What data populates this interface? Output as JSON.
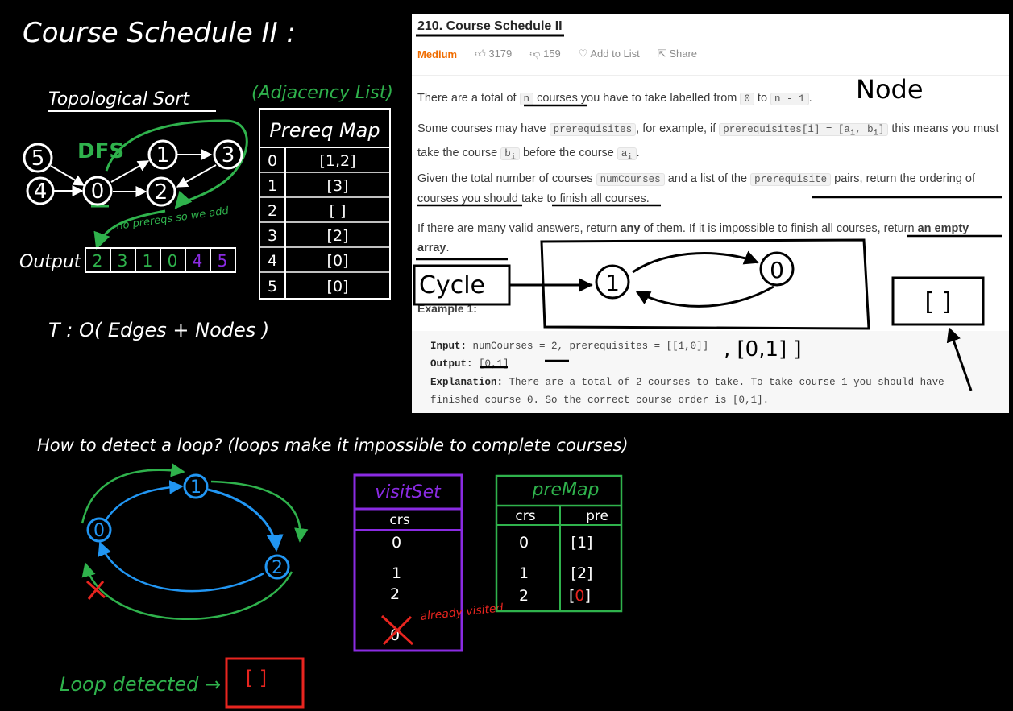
{
  "whiteboard": {
    "heading": "Course Schedule II :",
    "topo_label": "Topological Sort",
    "adj_label": "(Adjacency List)",
    "dfs_label": "DFS",
    "graph_nodes": [
      "5",
      "4",
      "0",
      "1",
      "2",
      "3"
    ],
    "no_prereqs_note": "no prereqs so we add",
    "output_label": "Output",
    "output_values": [
      "2",
      "3",
      "1",
      "0",
      "4",
      "5"
    ],
    "complexity": "T : O( Edges + Nodes )",
    "prereq_map": {
      "title": "Prereq Map",
      "rows": [
        {
          "course": "0",
          "prereqs": "[1,2]"
        },
        {
          "course": "1",
          "prereqs": "[3]"
        },
        {
          "course": "2",
          "prereqs": "[ ]"
        },
        {
          "course": "3",
          "prereqs": "[2]"
        },
        {
          "course": "4",
          "prereqs": "[0]"
        },
        {
          "course": "5",
          "prereqs": "[0]"
        }
      ]
    },
    "node_note": "Node",
    "cycle_label": "Cycle",
    "cycle_nodes": [
      "1",
      "0"
    ],
    "empty_result": "[ ]",
    "extra_input": ", [0,1] ]",
    "loop_question": "How to detect a loop? (loops make it impossible to complete courses)",
    "loop_nodes": [
      "0",
      "1",
      "2"
    ],
    "visit_set": {
      "title": "visitSet",
      "col": "crs",
      "values": [
        "0",
        "1",
        "2",
        "0"
      ],
      "note": "already visited"
    },
    "pre_map": {
      "title": "preMap",
      "cols": [
        "crs",
        "pre"
      ],
      "rows": [
        {
          "crs": "0",
          "pre": "[1]"
        },
        {
          "crs": "1",
          "pre": "[2]"
        },
        {
          "crs": "2",
          "pre_open": "[",
          "pre_hl": "0",
          "pre_close": "]"
        }
      ]
    },
    "loop_detected": "Loop detected →",
    "loop_result": "[ ]"
  },
  "problem": {
    "title": "210. Course Schedule II",
    "difficulty": "Medium",
    "likes": "3179",
    "dislikes": "159",
    "add_to_list": "Add to List",
    "share": "Share",
    "p1": {
      "a": "There are a total of",
      "n": "n",
      "b": "courses you have to take labelled from",
      "zero": "0",
      "to": "to",
      "n1": "n - 1",
      "end": "."
    },
    "p2": {
      "a": "Some courses may have",
      "code1": "prerequisites",
      "b": ", for example, if",
      "code2": "prerequisites[i] = [a",
      "sub1": "i",
      "comma": ", b",
      "sub2": "i",
      "close": "]",
      "c": "this means you must take the course",
      "b_code": "b",
      "b_sub": "i",
      "d": "before the course",
      "a_code": "a",
      "a_sub": "i",
      "end": "."
    },
    "p3": {
      "a": "Given the total number of courses",
      "code1": "numCourses",
      "b": "and a list of the",
      "code2": "prerequisite",
      "c": "pairs, return the ordering of courses you should take to finish all courses."
    },
    "p4": {
      "a": "If there are many valid answers, return",
      "any": "any",
      "b": "of them. If it is impossible to finish all courses, return",
      "empty": "an empty array",
      "end": "."
    },
    "example_heading": "Example 1:",
    "ex_input_label": "Input:",
    "ex_input": "numCourses = 2, prerequisites = [[1,0]]",
    "ex_output_label": "Output:",
    "ex_output": "[0,1]",
    "ex_expl_label": "Explanation:",
    "ex_expl1": "There are a total of 2 courses to take. To take course 1 you should have",
    "ex_expl2": "finished course 0. So the correct course order is [0,1]."
  },
  "colors": {
    "green": "#2fb24c",
    "blue": "#2196f3",
    "purple": "#8a2be2",
    "red": "#e8251f",
    "white": "#ffffff",
    "medium": "#ef6c00"
  }
}
